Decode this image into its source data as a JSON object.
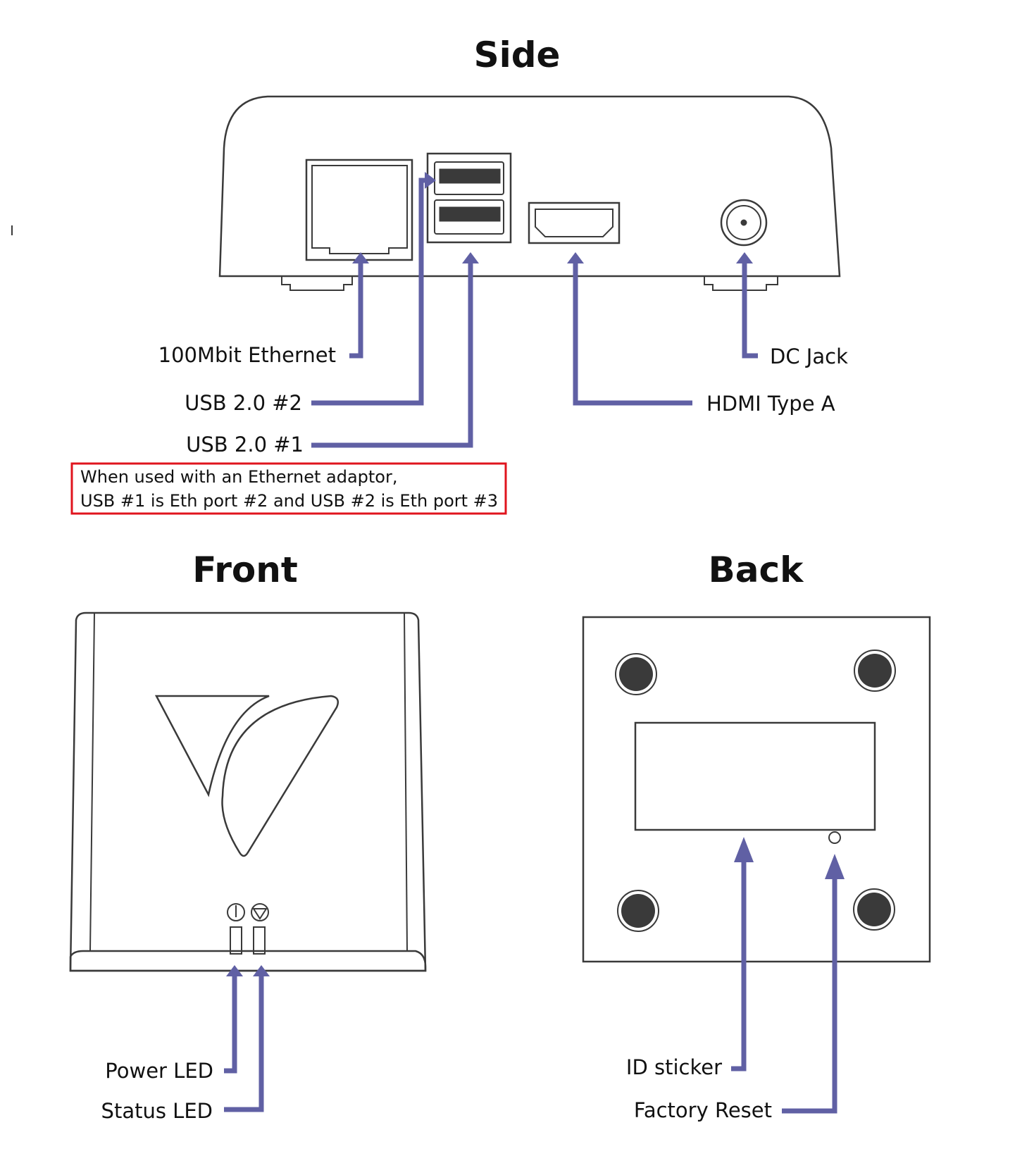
{
  "sections": {
    "side": {
      "title": "Side"
    },
    "front": {
      "title": "Front"
    },
    "back": {
      "title": "Back"
    }
  },
  "labels": {
    "ethernet": "100Mbit Ethernet",
    "usb2": "USB 2.0 #2",
    "usb1": "USB 2.0 #1",
    "dc_jack": "DC Jack",
    "hdmi": "HDMI Type A",
    "power_led": "Power LED",
    "status_led": "Status LED",
    "id_sticker": "ID sticker",
    "factory_reset": "Factory Reset"
  },
  "note": {
    "line1": "When used with an Ethernet adaptor,",
    "line2": "USB #1 is Eth port #2 and USB #2 is Eth port #3"
  },
  "colors": {
    "arrow": "#6060a4",
    "note_border": "#e0141e",
    "outline": "#3a3a3a"
  }
}
